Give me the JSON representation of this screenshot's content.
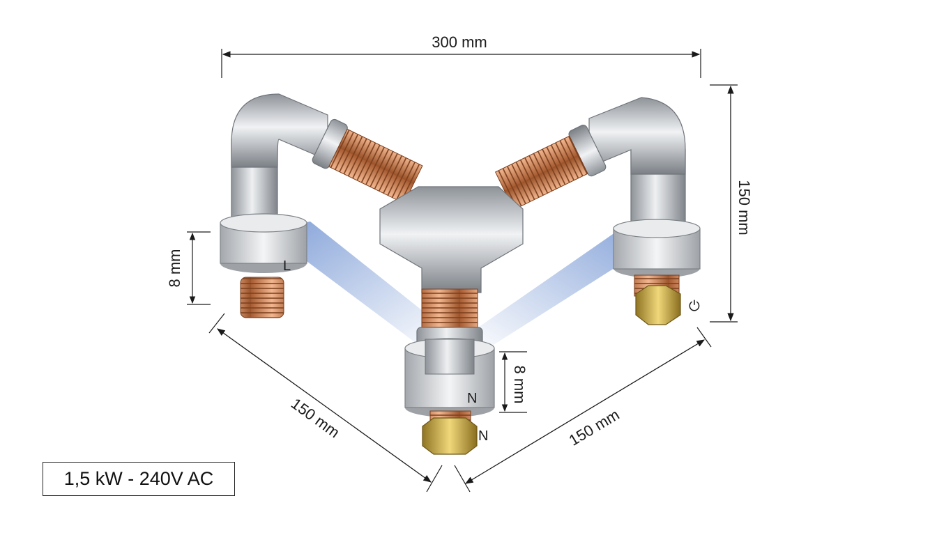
{
  "dimensions": {
    "width_top": "300 mm",
    "height_right": "150 mm",
    "leg_left": "150 mm",
    "leg_right": "150 mm",
    "collar_left": "8 mm",
    "collar_center": "8 mm"
  },
  "terminals": {
    "left": "L",
    "center_collar": "N",
    "center_nut": "N",
    "right_symbol": "⏻"
  },
  "rating": "1,5 kW - 240V AC",
  "colors": {
    "pipe": "#b9bdc3",
    "copper": "#d08a5e",
    "brass": "#c8a94a",
    "glow": "#7fa2d8",
    "line": "#1a1a1a"
  }
}
